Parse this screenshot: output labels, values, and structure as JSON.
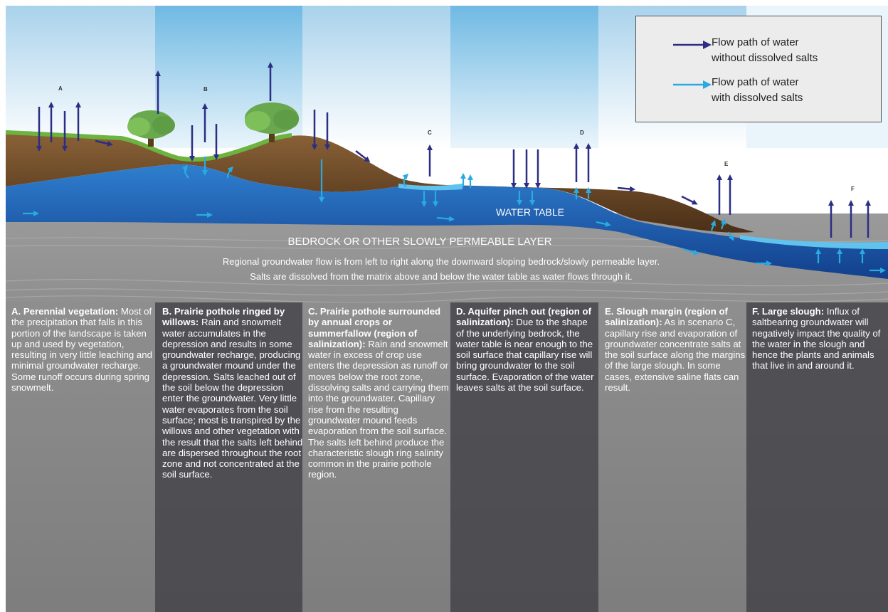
{
  "legend": {
    "items": [
      {
        "label_line1": "Flow path of water",
        "label_line2": "without dissolved salts",
        "color": "#2b2e83"
      },
      {
        "label_line1": "Flow path of water",
        "label_line2": "with dissolved salts",
        "color": "#29abe2"
      }
    ]
  },
  "zone_letters": [
    "A",
    "B",
    "C",
    "D",
    "E",
    "F"
  ],
  "labels": {
    "water_table": "WATER TABLE",
    "bedrock": "BEDROCK OR OTHER SLOWLY PERMEABLE LAYER",
    "regional_line1": "Regional groundwater flow is from left to right along the downward sloping bedrock/slowly permeable layer.",
    "regional_line2": "Salts are dissolved from the matrix above and below the water table as water flows through it."
  },
  "columns": [
    {
      "heading": "A. Perennial vegetation:",
      "body": "Most of the precipitation that falls in this portion of the landscape is taken up and used by vegetation, resulting in very little leaching and minimal groundwater recharge. Some runoff occurs during spring snowmelt."
    },
    {
      "heading": "B. Prairie pothole ringed by willows:",
      "body": "Rain and snowmelt water accumulates in the depression and results in some groundwater recharge, producing a groundwater mound under the depression. Salts leached out of the soil below the depression enter the groundwater. Very little water evaporates from the soil surface; most is transpired by the willows and other vegetation with the result that the salts left behind are dispersed throughout the root zone and not concentrated at the soil surface."
    },
    {
      "heading": "C. Prairie pothole surrounded by annual crops or summerfallow (region of salinization):",
      "body": "Rain and snowmelt water in excess of crop use enters the depression as runoff or moves below the root zone, dissolving salts and carrying them into the groundwater. Capillary rise from the resulting groundwater mound feeds evaporation from the soil surface. The salts left behind produce the characteristic slough ring salinity common in the prairie pothole region."
    },
    {
      "heading": "D. Aquifer pinch out (region of salinization):",
      "body": "Due to the shape of the underlying bedrock, the water table is near enough to the soil surface that capillary rise will bring groundwater to the soil surface. Evaporation of the water leaves salts at the soil surface."
    },
    {
      "heading": "E. Slough margin (region of salinization):",
      "body": "As in scenario C, capillary rise and evaporation of groundwater concentrate salts at the soil surface along the margins of the large slough. In some cases, extensive saline flats can result."
    },
    {
      "heading": "F. Large slough:",
      "body": "Influx of saltbearing groundwater will negatively impact the quality of the water in the slough and hence the plants and animals that live in and around it."
    }
  ],
  "colors": {
    "sky_light": "#ffffff",
    "sky_blue": "#5aaedb",
    "soil": "#6b4a2a",
    "grass": "#6cb33f",
    "groundwater": "#1d6fbf",
    "bedrock_gray": "#8a8a8a",
    "text_panel": "#55555a",
    "arrow_dark": "#2b2e83",
    "arrow_light": "#29abe2"
  }
}
